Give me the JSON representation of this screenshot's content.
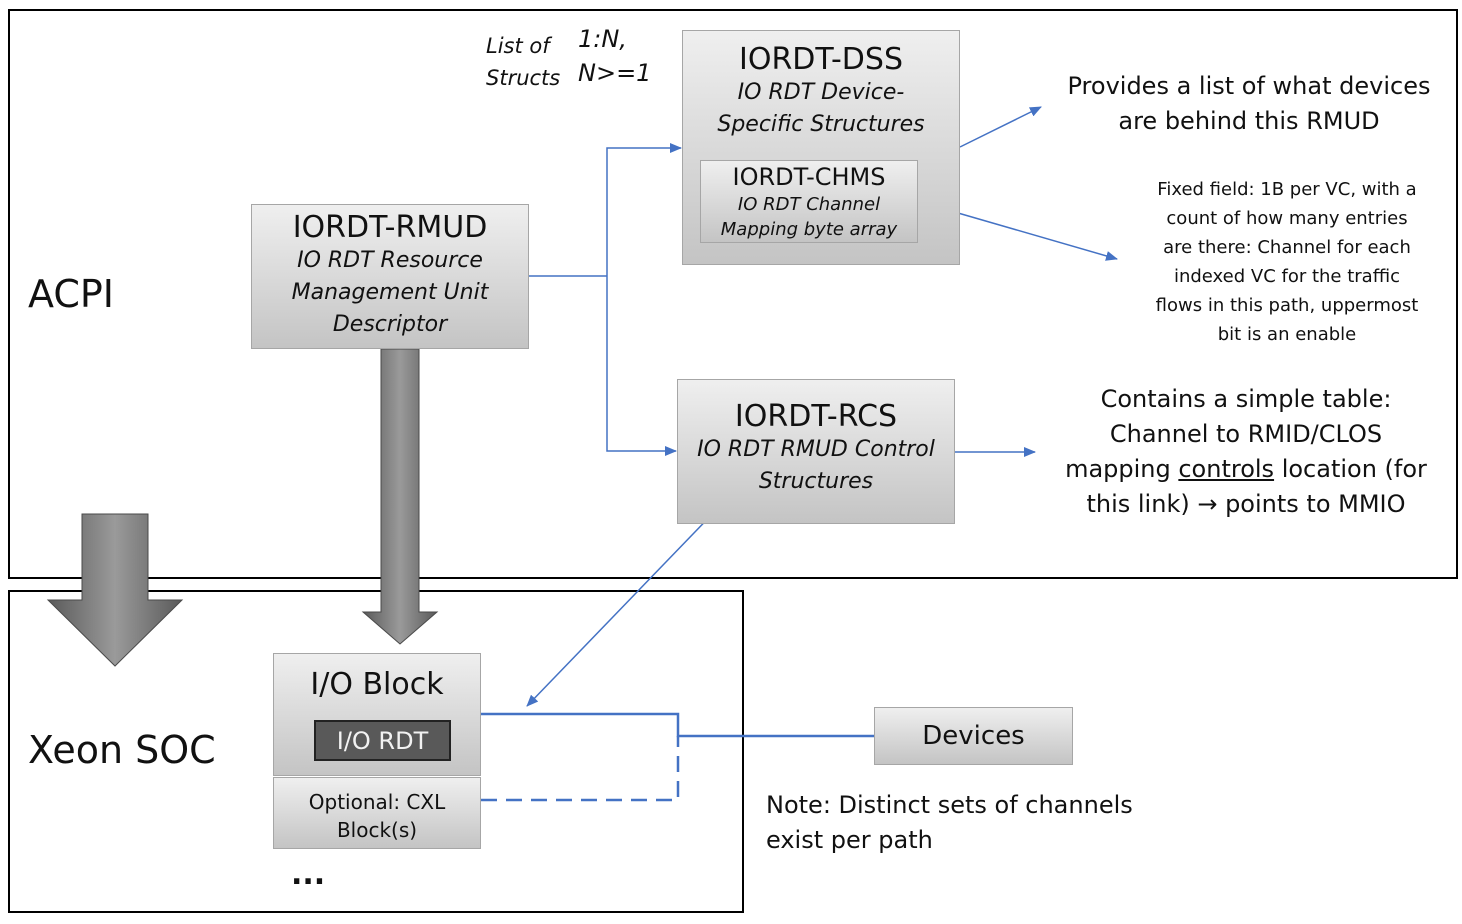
{
  "regions": {
    "acpi": "ACPI",
    "soc": "Xeon SOC"
  },
  "list_of_structs": {
    "line1": "List of",
    "line2": "Structs",
    "ratio1": "1:N,",
    "ratio2": "N>=1"
  },
  "rmud": {
    "title": "IORDT-RMUD",
    "sub1": "IO RDT Resource",
    "sub2": "Management Unit",
    "sub3": "Descriptor"
  },
  "dss": {
    "title": "IORDT-DSS",
    "sub1": "IO RDT Device-",
    "sub2": "Specific Structures"
  },
  "chms": {
    "title": "IORDT-CHMS",
    "sub1": "IO RDT Channel",
    "sub2": "Mapping byte array"
  },
  "rcs": {
    "title": "IORDT-RCS",
    "sub1": "IO RDT RMUD Control",
    "sub2": "Structures"
  },
  "notes": {
    "dss_line1": "Provides a list of what devices",
    "dss_line2": "are behind this RMUD",
    "chms_lines": [
      "Fixed field: 1B per VC,  with a",
      "count of how many entries",
      "are there: Channel for each",
      "indexed VC for the traffic",
      "flows in this path, uppermost",
      "bit is an enable"
    ],
    "rcs_line1": "Contains a simple table:",
    "rcs_line2": "Channel to RMID/CLOS",
    "rcs_line3a": "mapping ",
    "rcs_line3b": "controls",
    "rcs_line3c": " location (for",
    "rcs_line4": "this link) → points to MMIO",
    "paths_line1": "Note: Distinct sets of channels",
    "paths_line2": "exist per path"
  },
  "io_block": {
    "title": "I/O Block",
    "inner": "I/O RDT"
  },
  "cxl": {
    "line1": "Optional: CXL",
    "line2": "Block(s)"
  },
  "devices": {
    "label": "Devices"
  },
  "ellipsis": "...",
  "colors": {
    "connector": "#4472c4",
    "arrow_fill": "#808080",
    "inner_box": "#595959"
  },
  "icons": {
    "down_arrow": "block-arrow-down",
    "rcs_to_io": "arrow"
  }
}
